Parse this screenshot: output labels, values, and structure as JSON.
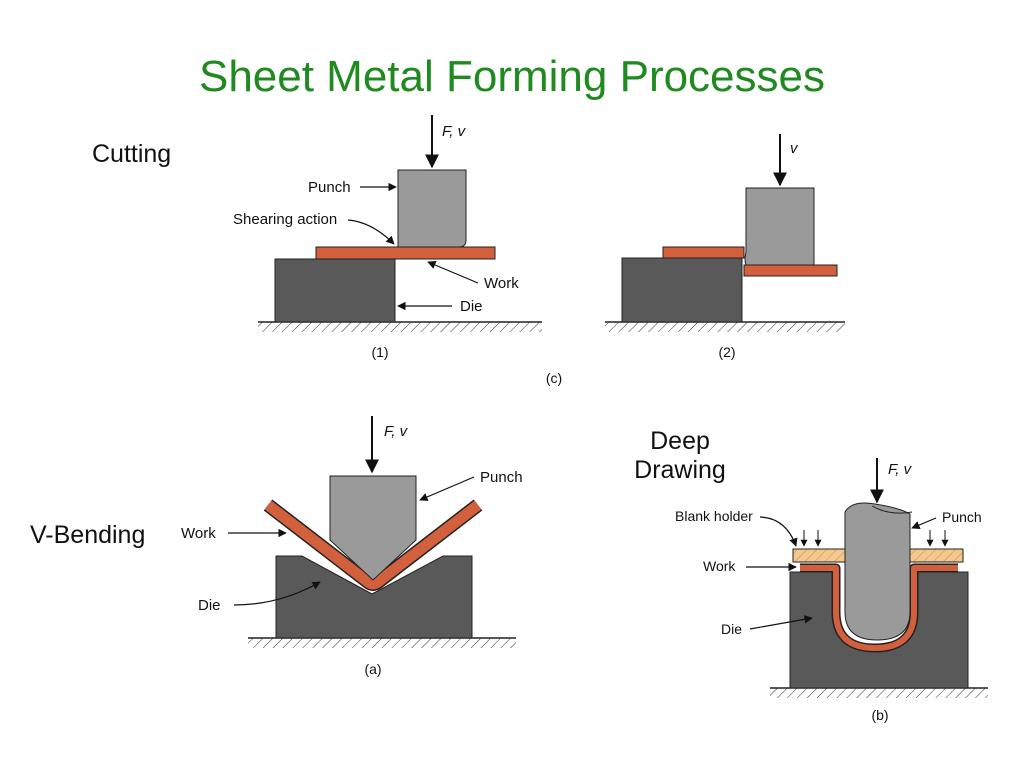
{
  "title": "Sheet Metal Forming Processes",
  "colors": {
    "title": "#1f8a1f",
    "die": "#595959",
    "punch": "#9a9a9a",
    "work": "#d2603c",
    "blank_holder": "#f5c78a"
  },
  "sections": {
    "cutting": "Cutting",
    "vbending": "V-Bending",
    "deep_drawing_line1": "Deep",
    "deep_drawing_line2": "Drawing"
  },
  "cutting": {
    "force1": "F, v",
    "force2": "v",
    "punch": "Punch",
    "shearing": "Shearing action",
    "work": "Work",
    "die": "Die",
    "step1": "(1)",
    "step2": "(2)",
    "caption": "(c)"
  },
  "vbending": {
    "force": "F, v",
    "punch": "Punch",
    "work": "Work",
    "die": "Die",
    "caption": "(a)"
  },
  "deep_drawing": {
    "force": "F, v",
    "blank_holder": "Blank holder",
    "punch": "Punch",
    "work": "Work",
    "die": "Die",
    "caption": "(b)"
  }
}
